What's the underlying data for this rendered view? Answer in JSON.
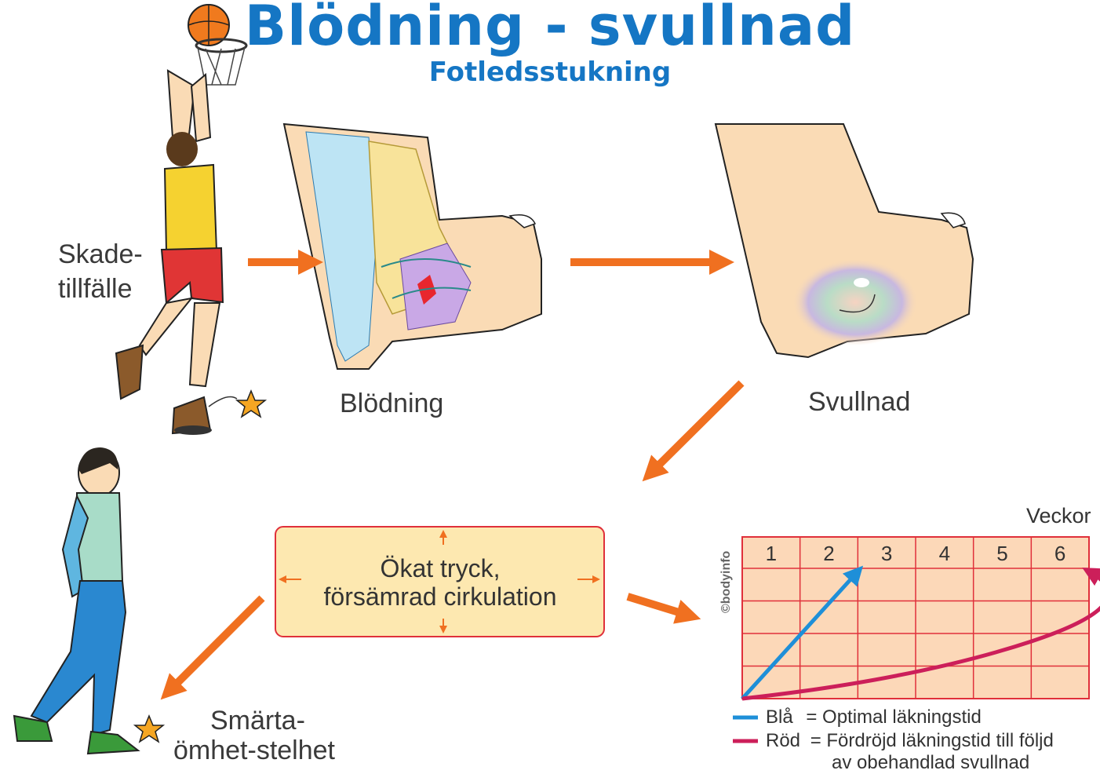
{
  "title": "Blödning - svullnad",
  "subtitle": "Fotledsstukning",
  "labels": {
    "skade_line1": "Skade-",
    "skade_line2": "tillfälle",
    "blodning": "Blödning",
    "svullnad": "Svullnad",
    "smarta_line1": "Smärta-",
    "smarta_line2": "ömhet-stelhet"
  },
  "pressure_box": {
    "line1": "Ökat tryck,",
    "line2": "försämrad cirkulation"
  },
  "chart_data": {
    "type": "line",
    "xlabel": "Veckor",
    "x_ticks": [
      "1",
      "2",
      "3",
      "4",
      "5",
      "6"
    ],
    "series": [
      {
        "name": "Blå",
        "color": "#1e8fd8",
        "x": [
          0,
          2
        ],
        "y": [
          0,
          1
        ]
      },
      {
        "name": "Röd",
        "color": "#cc1f5a",
        "x": [
          0,
          3,
          5,
          6
        ],
        "y": [
          0,
          0.15,
          0.45,
          1
        ]
      }
    ],
    "grid": true
  },
  "legend": {
    "blue_label": "Blå",
    "blue_eq": "= Optimal läkningstid",
    "red_label": "Röd",
    "red_eq": "= Fördröjd läkningstid till följd",
    "red_eq_line2": "av obehandlad svullnad"
  },
  "copyright": "©bodyinfo",
  "colors": {
    "title": "#1576c4",
    "arrow": "#f07020",
    "box_fill": "#fde8b0",
    "box_border": "#e0303a",
    "chart_fill": "#fcd8b8",
    "chart_grid": "#e0303a",
    "skin": "#fadbb5"
  }
}
